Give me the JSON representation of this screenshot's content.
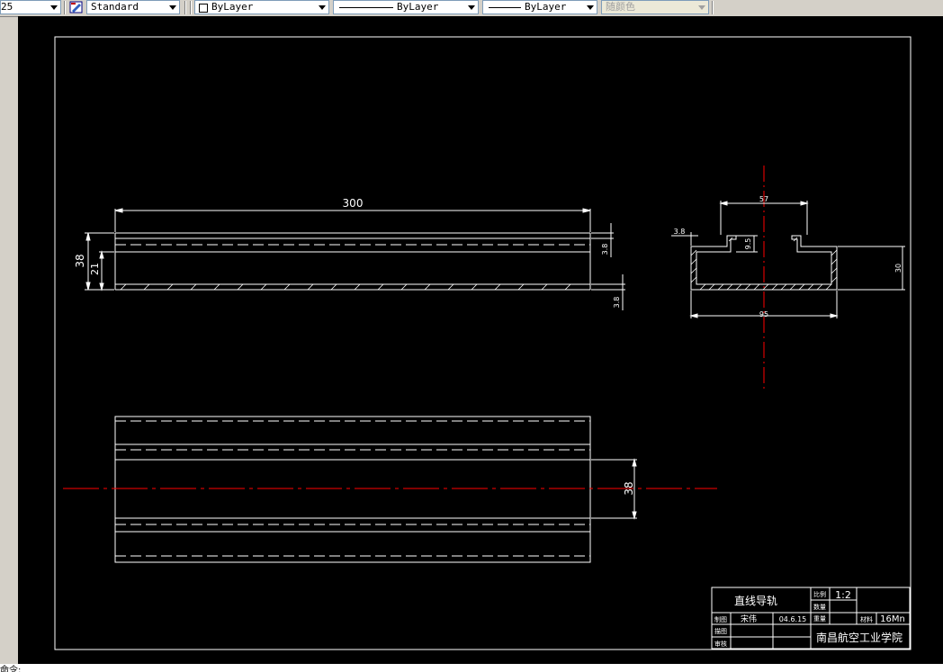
{
  "toolbar": {
    "scale_value": "25",
    "text_style": "Standard",
    "layer_value": "ByLayer",
    "linetype_value": "ByLayer",
    "lineweight_value": "ByLayer",
    "color_value": "随颜色"
  },
  "drawing": {
    "top_view": {
      "length_dim": "300",
      "height_dim": "38",
      "inner_dim": "21",
      "thickness_dim_1": "3.8",
      "thickness_dim_2": "3.8"
    },
    "section_view": {
      "top_width_dim": "57",
      "small_dim": "3.8",
      "slot_dim": "9.5",
      "height_dim": "30",
      "width_dim": "95"
    },
    "plan_view": {
      "width_dim": "38"
    },
    "title_block": {
      "part_name": "直线导轨",
      "scale_label": "比例",
      "scale_value": "1:2",
      "quantity_label": "数量",
      "drawn_label": "制图",
      "drawer": "宋伟",
      "date": "04.6.15",
      "weight_label": "重量",
      "material_label": "材料",
      "material_value": "16Mn",
      "design_label": "描图",
      "review_label": "审核",
      "institution": "南昌航空工业学院"
    }
  },
  "command_line": {
    "text": "命令:"
  }
}
